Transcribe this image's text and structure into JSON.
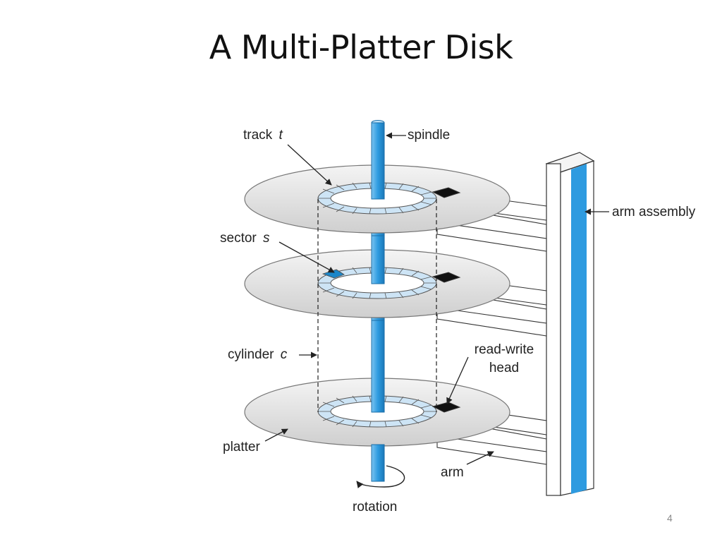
{
  "slide": {
    "title": "A Multi-Platter Disk",
    "page_number": "4"
  },
  "diagram": {
    "labels": {
      "track": "track",
      "track_var": "t",
      "spindle": "spindle",
      "arm_assembly": "arm assembly",
      "sector": "sector",
      "sector_var": "s",
      "cylinder": "cylinder",
      "cylinder_var": "c",
      "read_write_line1": "read-write",
      "read_write_line2": "head",
      "platter": "platter",
      "arm": "arm",
      "rotation": "rotation"
    },
    "colors": {
      "spindle": "#2e9be0",
      "platter": "#dcdcdc",
      "track_ring": "#cde4f5",
      "sector_highlight": "#1a86c9",
      "head": "#111111"
    }
  }
}
